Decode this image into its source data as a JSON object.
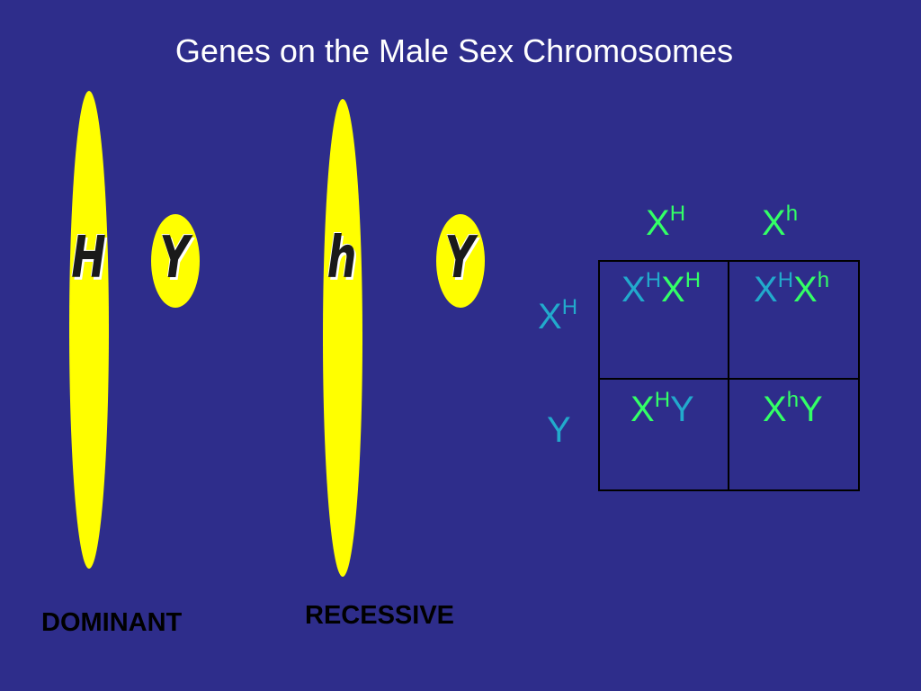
{
  "title": "Genes on the Male Sex Chromosomes",
  "colors": {
    "background": "#2e2d8b",
    "chromosome": "#ffff00",
    "allele_green": "#33ff66",
    "allele_teal": "#22aacc"
  },
  "pairs": [
    {
      "x_gene": "H",
      "y_gene": "Y",
      "label": "DOMINANT"
    },
    {
      "x_gene": "h",
      "y_gene": "Y",
      "label": "RECESSIVE"
    }
  ],
  "punnett": {
    "col_headers": [
      {
        "base": "X",
        "sup": "H"
      },
      {
        "base": "X",
        "sup": "h"
      }
    ],
    "row_headers": [
      {
        "base": "X",
        "sup": "H"
      },
      {
        "base": "Y",
        "sup": ""
      }
    ],
    "cells": [
      [
        {
          "a": "X",
          "a_sup": "H",
          "b": "X",
          "b_sup": "H"
        },
        {
          "a": "X",
          "a_sup": "H",
          "b": "X",
          "b_sup": "h"
        }
      ],
      [
        {
          "a": "X",
          "a_sup": "H",
          "b": "Y",
          "b_sup": ""
        },
        {
          "a": "X",
          "a_sup": "h",
          "b": "Y",
          "b_sup": ""
        }
      ]
    ]
  }
}
